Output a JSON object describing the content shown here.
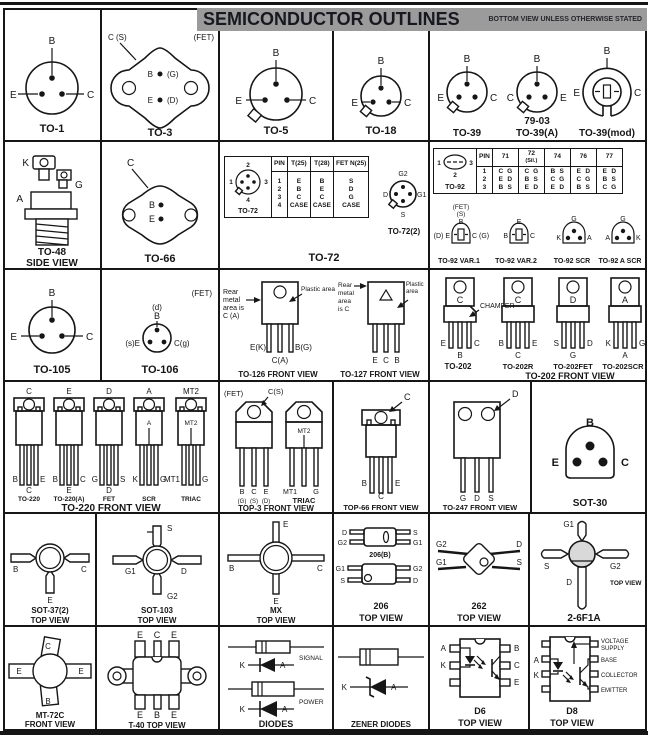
{
  "colors": {
    "header_bg": "#9b9b9b",
    "ink": "#161616",
    "paper": "#ffffff"
  },
  "header": {
    "title": "SEMICONDUCTOR OUTLINES",
    "subtitle": "BOTTOM VIEW UNLESS OTHERWISE STATED"
  },
  "to1": {
    "caption": "TO-1",
    "top": "B",
    "left": "E",
    "right": "C"
  },
  "to3": {
    "caption": "TO-3",
    "case": "C (S)",
    "fet": "(FET)",
    "r1": "B",
    "r1f": "(G)",
    "r2": "E",
    "r2f": "(D)"
  },
  "to5": {
    "caption": "TO-5",
    "top": "B",
    "left": "E",
    "right": "C"
  },
  "to18": {
    "caption": "TO-18",
    "top": "B",
    "left": "E",
    "right": "C"
  },
  "to39": {
    "caption": "TO-39",
    "top": "B",
    "left": "E",
    "right": "C"
  },
  "to39a": {
    "caption1": "79-03",
    "caption2": "TO-39(A)",
    "top": "B",
    "left": "C",
    "right": "E"
  },
  "to39mod": {
    "caption": "TO-39(mod)",
    "top": "B",
    "left": "E",
    "right": "C"
  },
  "to48": {
    "caption1": "TO-48",
    "caption2": "SIDE VIEW",
    "k": "K",
    "g": "G",
    "a": "A"
  },
  "to66": {
    "caption": "TO-66",
    "c": "C",
    "b": "B",
    "e": "E"
  },
  "to72": {
    "caption": "TO-72",
    "pins": {
      "p1": "1",
      "p2": "2",
      "p3": "3",
      "p4": "4",
      "label": "TO-72"
    },
    "table": {
      "h": [
        "PIN",
        "T(25)",
        "T(28)",
        "FET N(25)"
      ],
      "pin": [
        "1",
        "2",
        "3",
        "4"
      ],
      "t25": [
        "E",
        "B",
        "C",
        "CASE"
      ],
      "t28": [
        "B",
        "E",
        "C",
        "CASE"
      ],
      "fet": [
        "S",
        "D",
        "G",
        "CASE"
      ]
    },
    "v2": {
      "caption": "TO-72(2)",
      "top": "G2",
      "left": "D",
      "right": "G1",
      "bottom": "S"
    }
  },
  "to92": {
    "pins": {
      "p1": "1",
      "p2": "2",
      "p3": "3",
      "label": "TO-92"
    },
    "table": {
      "pin_h": "PIN",
      "pin": [
        "1",
        "2",
        "3"
      ],
      "c71": {
        "name": "71",
        "a": [
          "C",
          "E",
          "B"
        ],
        "b": [
          "G",
          "D",
          "S"
        ]
      },
      "c72": {
        "name": "72",
        "name2": "(Sil.)",
        "a": [
          "C",
          "B",
          "E"
        ],
        "b": [
          "G",
          "S",
          "D"
        ]
      },
      "c74": {
        "name": "74",
        "a": [
          "B",
          "C",
          "E"
        ],
        "b": [
          "S",
          "G",
          "D"
        ]
      },
      "c76": {
        "name": "76",
        "a": [
          "E",
          "C",
          "B"
        ],
        "b": [
          "D",
          "G",
          "S"
        ]
      },
      "c77": {
        "name": "77",
        "a": [
          "E",
          "B",
          "C"
        ],
        "b": [
          "D",
          "S",
          "G"
        ]
      }
    },
    "var1": {
      "caption": "TO-92 VAR.1",
      "n1": "(FET)",
      "n2": "(S)",
      "top": "B",
      "left": "(D) E",
      "right": "C (G)"
    },
    "var2": {
      "caption": "TO-92 VAR.2",
      "top": "E",
      "left": "B",
      "right": "C"
    },
    "scr": {
      "caption": "TO-92 SCR",
      "top": "G",
      "left": "K",
      "right": "A"
    },
    "ascr": {
      "caption": "TO-92 A SCR",
      "top": "G",
      "left": "A",
      "right": "K"
    }
  },
  "to105": {
    "caption": "TO-105",
    "top": "B",
    "left": "E",
    "right": "C"
  },
  "to106": {
    "caption": "TO-106",
    "fet": "(FET)",
    "n1": "(d)",
    "top": "B",
    "left": "(s)E",
    "right": "C(g)"
  },
  "to126": {
    "caption": "TO-126 FRONT VIEW",
    "note": [
      "Rear",
      "metal",
      "area is",
      "C (A)"
    ],
    "note2": "Plastic area",
    "l1": "E(K)",
    "l2": "C(A)",
    "l3": "B(G)"
  },
  "to127": {
    "caption": "TO-127 FRONT VIEW",
    "note": [
      "Rear",
      "metal",
      "area",
      "is C"
    ],
    "note2a": "Plastic",
    "note2b": "area",
    "l1": "E",
    "l2": "C",
    "l3": "B"
  },
  "to202": {
    "caption": "TO-202 FRONT VIEW",
    "chamfer": "CHAMFER",
    "p1": {
      "name": "TO-202",
      "tab": "C",
      "left": "E",
      "mid": "B",
      "right": "C"
    },
    "p2": {
      "name": "TO-202R",
      "tab": "C",
      "left": "B",
      "mid": "C",
      "right": "E"
    },
    "p3": {
      "name": "TO-202FET",
      "tab": "D",
      "left": "S",
      "mid": "G",
      "right": "D"
    },
    "p4": {
      "name": "TO-202SCR",
      "tab": "A",
      "left": "K",
      "mid": "A",
      "right": "G"
    }
  },
  "to220": {
    "caption": "TO-220 FRONT VIEW",
    "p1": {
      "name": "TO-220",
      "top": "C",
      "left": "B",
      "mid": "C",
      "right": "E"
    },
    "p2": {
      "name": "TO-220(A)",
      "top": "E",
      "left": "B",
      "mid": "E",
      "right": "C"
    },
    "p3": {
      "name": "FET",
      "top": "D",
      "left": "G",
      "mid": "D",
      "right": "S"
    },
    "p4": {
      "name": "SCR",
      "top": "A",
      "body": "A",
      "left": "K",
      "right": "G"
    },
    "p5": {
      "name": "TRIAC",
      "top": "MT2",
      "body": "MT2",
      "left": "MT1",
      "right": "G"
    }
  },
  "top3": {
    "caption": "TOP-3 FRONT VIEW",
    "fet": "(FET)",
    "cs": "C(S)",
    "l": [
      "B",
      "C",
      "E"
    ],
    "lf": [
      "(G)",
      "(S)",
      "(D)"
    ],
    "body2": "MT2",
    "left2": "MT1",
    "right2": "G",
    "name2": "TRIAC"
  },
  "top66": {
    "caption": "TOP-66 FRONT VIEW",
    "note": "C",
    "left": "B",
    "mid": "C",
    "right": "E"
  },
  "to247": {
    "caption": "TO-247 FRONT VIEW",
    "note": "D",
    "l": [
      "G",
      "D",
      "S"
    ]
  },
  "sot30": {
    "caption": "SOT-30",
    "top": "B",
    "left": "E",
    "right": "C"
  },
  "sot37": {
    "caption1": "SOT-37(2)",
    "caption2": "TOP VIEW",
    "left": "B",
    "right": "C",
    "bottom": "E"
  },
  "sot103": {
    "caption1": "SOT-103",
    "caption2": "TOP VIEW",
    "top": "S",
    "left": "G1",
    "right": "D",
    "bottom": "G2"
  },
  "mx": {
    "caption1": "MX",
    "caption2": "TOP VIEW",
    "top": "E",
    "left": "B",
    "right": "C",
    "bottom": "E"
  },
  "p206": {
    "caption1": "206",
    "caption2": "TOP VIEW",
    "b": {
      "name": "206(B)",
      "tl": "D",
      "tr": "S",
      "bl": "G2",
      "br": "G1"
    },
    "a": {
      "tl": "G1",
      "tr": "G2",
      "bl": "S",
      "br": "D"
    }
  },
  "p262": {
    "caption1": "262",
    "caption2": "TOP VIEW",
    "tl": "G2",
    "tr": "D",
    "bl": "G1",
    "br": "S"
  },
  "p26f1a": {
    "caption": "2-6F1A",
    "view": "TOP VIEW",
    "top": "G1",
    "left": "S",
    "right": "G2",
    "bottom": "D"
  },
  "mt72c": {
    "caption1": "MT-72C",
    "caption2": "FRONT VIEW",
    "top": "C",
    "left": "E",
    "right": "E",
    "bottom": "B"
  },
  "t40": {
    "caption": "T-40 TOP VIEW",
    "top": [
      "E",
      "C",
      "E"
    ],
    "bottom": [
      "E",
      "B",
      "E"
    ]
  },
  "diodes": {
    "caption": "DIODES",
    "s_k": "K",
    "s_a": "A",
    "s_label": "SIGNAL",
    "p_k": "K",
    "p_a": "A",
    "p_label": "POWER"
  },
  "zener": {
    "caption": "ZENER DIODES",
    "k": "K",
    "a": "A"
  },
  "d6": {
    "caption1": "D6",
    "caption2": "TOP VIEW",
    "left": [
      "A",
      "K"
    ],
    "right": [
      "B",
      "C",
      "E"
    ]
  },
  "d8": {
    "caption1": "D8",
    "caption2": "TOP VIEW",
    "left": [
      "A",
      "K"
    ],
    "right1": "VOLTAGE",
    "right2": "SUPPLY",
    "right3": "BASE",
    "right4": "COLLECTOR",
    "right5": "EMITTER"
  }
}
